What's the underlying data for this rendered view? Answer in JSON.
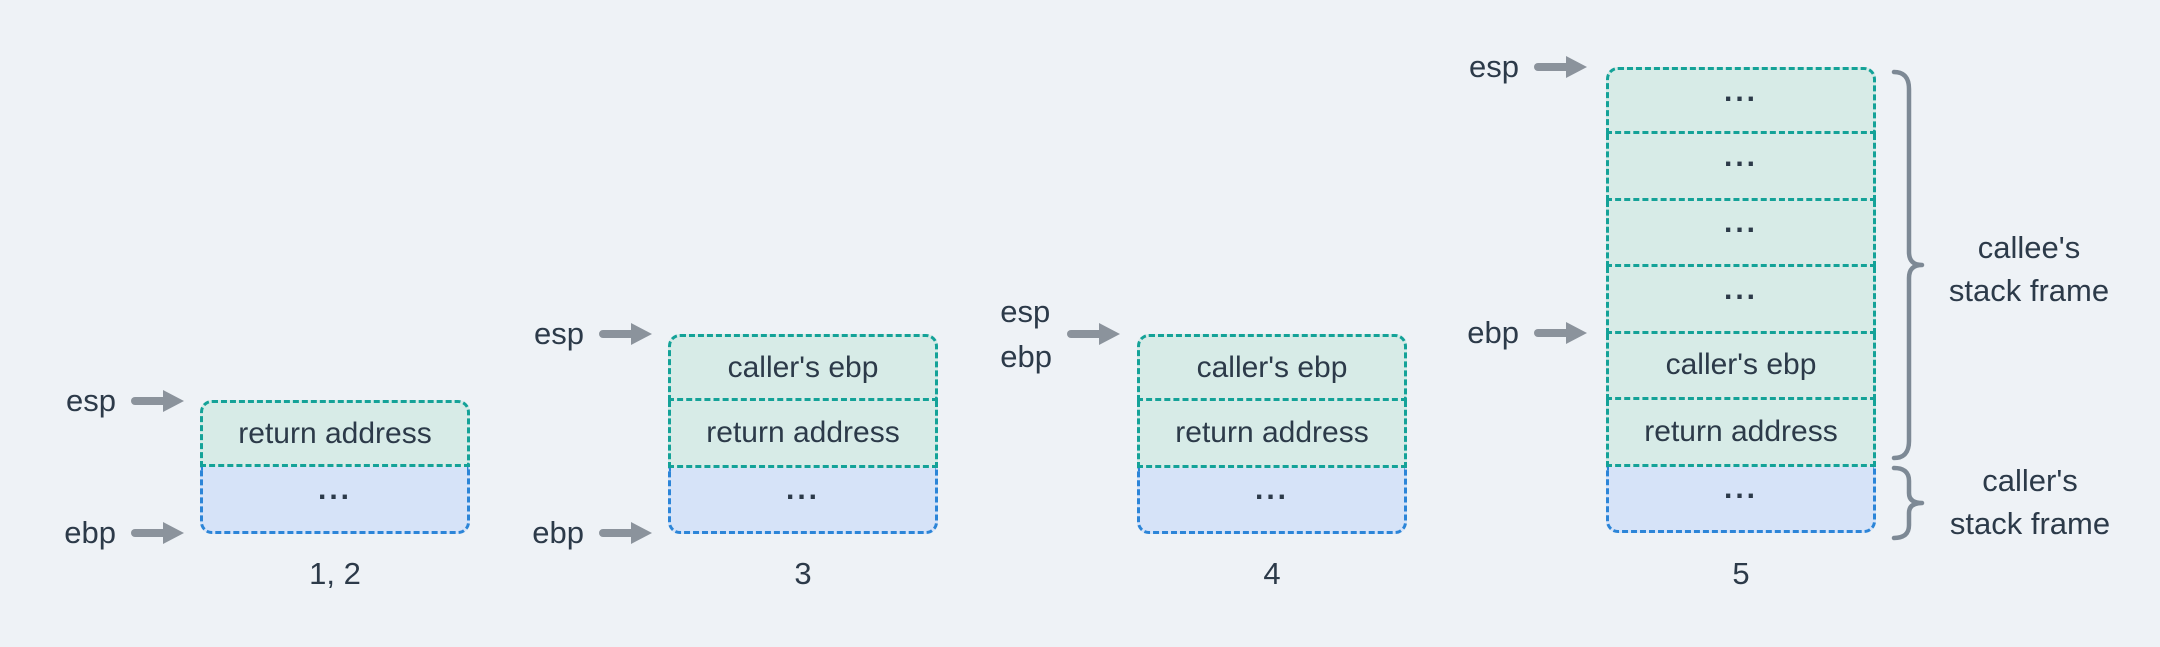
{
  "colors": {
    "background": "#eef2f6",
    "teal_border": "#14a298",
    "teal_fill": "#d7ebe7",
    "blue_border": "#2c85d8",
    "blue_fill": "#d6e3f8",
    "text": "#2c3a49",
    "arrow": "#8b939c",
    "brace": "#7d8995"
  },
  "registers": {
    "esp": "esp",
    "ebp": "ebp"
  },
  "diagrams": [
    {
      "caption": "1, 2",
      "cells": [
        {
          "text": "return address",
          "color": "teal"
        },
        {
          "text": "...",
          "color": "blue"
        }
      ],
      "pointers": [
        {
          "register": "esp",
          "points_to": "top of return address"
        },
        {
          "register": "ebp",
          "points_to": "bottom of caller area"
        }
      ]
    },
    {
      "caption": "3",
      "cells": [
        {
          "text": "caller's ebp",
          "color": "teal"
        },
        {
          "text": "return address",
          "color": "teal"
        },
        {
          "text": "...",
          "color": "blue"
        }
      ],
      "pointers": [
        {
          "register": "esp",
          "points_to": "top of caller's ebp"
        },
        {
          "register": "ebp",
          "points_to": "bottom of caller area"
        }
      ]
    },
    {
      "caption": "4",
      "cells": [
        {
          "text": "caller's ebp",
          "color": "teal"
        },
        {
          "text": "return address",
          "color": "teal"
        },
        {
          "text": "...",
          "color": "blue"
        }
      ],
      "pointers": [
        {
          "register": "esp",
          "points_to": "top of caller's ebp"
        },
        {
          "register": "ebp",
          "points_to": "top of caller's ebp"
        }
      ]
    },
    {
      "caption": "5",
      "cells": [
        {
          "text": "...",
          "color": "teal"
        },
        {
          "text": "...",
          "color": "teal"
        },
        {
          "text": "...",
          "color": "teal"
        },
        {
          "text": "...",
          "color": "teal"
        },
        {
          "text": "caller's ebp",
          "color": "teal"
        },
        {
          "text": "return address",
          "color": "teal"
        },
        {
          "text": "...",
          "color": "blue"
        }
      ],
      "pointers": [
        {
          "register": "esp",
          "points_to": "top of local variables"
        },
        {
          "register": "ebp",
          "points_to": "top of caller's ebp"
        }
      ],
      "braces": [
        {
          "lines": [
            "callee's",
            "stack frame"
          ]
        },
        {
          "lines": [
            "caller's",
            "stack frame"
          ]
        }
      ]
    }
  ]
}
